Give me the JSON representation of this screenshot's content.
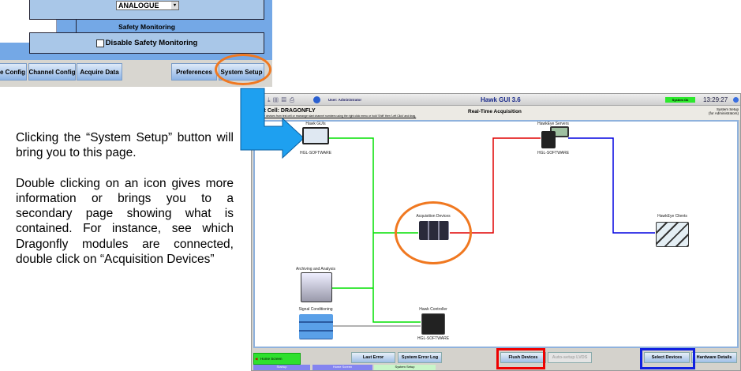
{
  "top_screenshot": {
    "dropdown_value": "ANALOGUE",
    "safety_title": "Safety Monitoring",
    "disable_checkbox_label": "Disable Safety Monitoring",
    "buttons": [
      "e Config",
      "Channel Config",
      "Acquire Data",
      "Preferences",
      "System Setup"
    ]
  },
  "description": {
    "para1": "Clicking the “System Setup” button will bring you to this page.",
    "para2": "Double clicking on an icon gives more information or brings you to a secondary page showing what is contained. For instance, see which Dragonfly modules are connected, double click on “Acquisition Devices”"
  },
  "gui": {
    "user": "User: Administrator",
    "title": "Hawk GUI 3.6",
    "status": "System Ok",
    "time": "13:29:27",
    "test_cell": "Test Cell: DRAGONFLY",
    "page_title": "Real-Time Acquisition",
    "section": "System Setup",
    "section_sub": "(for Administrators)",
    "instructions": "Remove devices from test cell or rearrange start channel numbers using the right click menu or hold 'Shift' then 'Left Click' and drag.",
    "nodes": {
      "hawk_guis": {
        "label": "Hawk GUIs",
        "sub": "HGL-SOFTWARE"
      },
      "hawkeye_servers": {
        "label": "HawkEye Servers",
        "sub": "HGL-SOFTWARE"
      },
      "acquisition": {
        "label": "Acquisition Devices"
      },
      "hawkeye_clients": {
        "label": "HawkEye Clients"
      },
      "archiving": {
        "label": "Archiving and Analysis"
      },
      "signal": {
        "label": "Signal Conditioning"
      },
      "controller": {
        "label": "Hawk Controller",
        "sub": "HGL-SOFTWARE"
      }
    },
    "buttons": {
      "home": "Home Screen",
      "last_error": "Last Error",
      "error_log": "System Error Log",
      "flush": "Flush Devices",
      "auto_setup": "Auto-setup LVDS",
      "select": "Select Devices",
      "hardware": "Hardware Details"
    },
    "tabs": [
      "Startup",
      "Home Screen",
      "System Setup"
    ]
  },
  "colors": {
    "highlight_orange": "#f07820",
    "arrow_blue": "#1ea0f0",
    "link_green": "#00e000",
    "link_red": "#e00000",
    "link_blue": "#0000e0"
  }
}
